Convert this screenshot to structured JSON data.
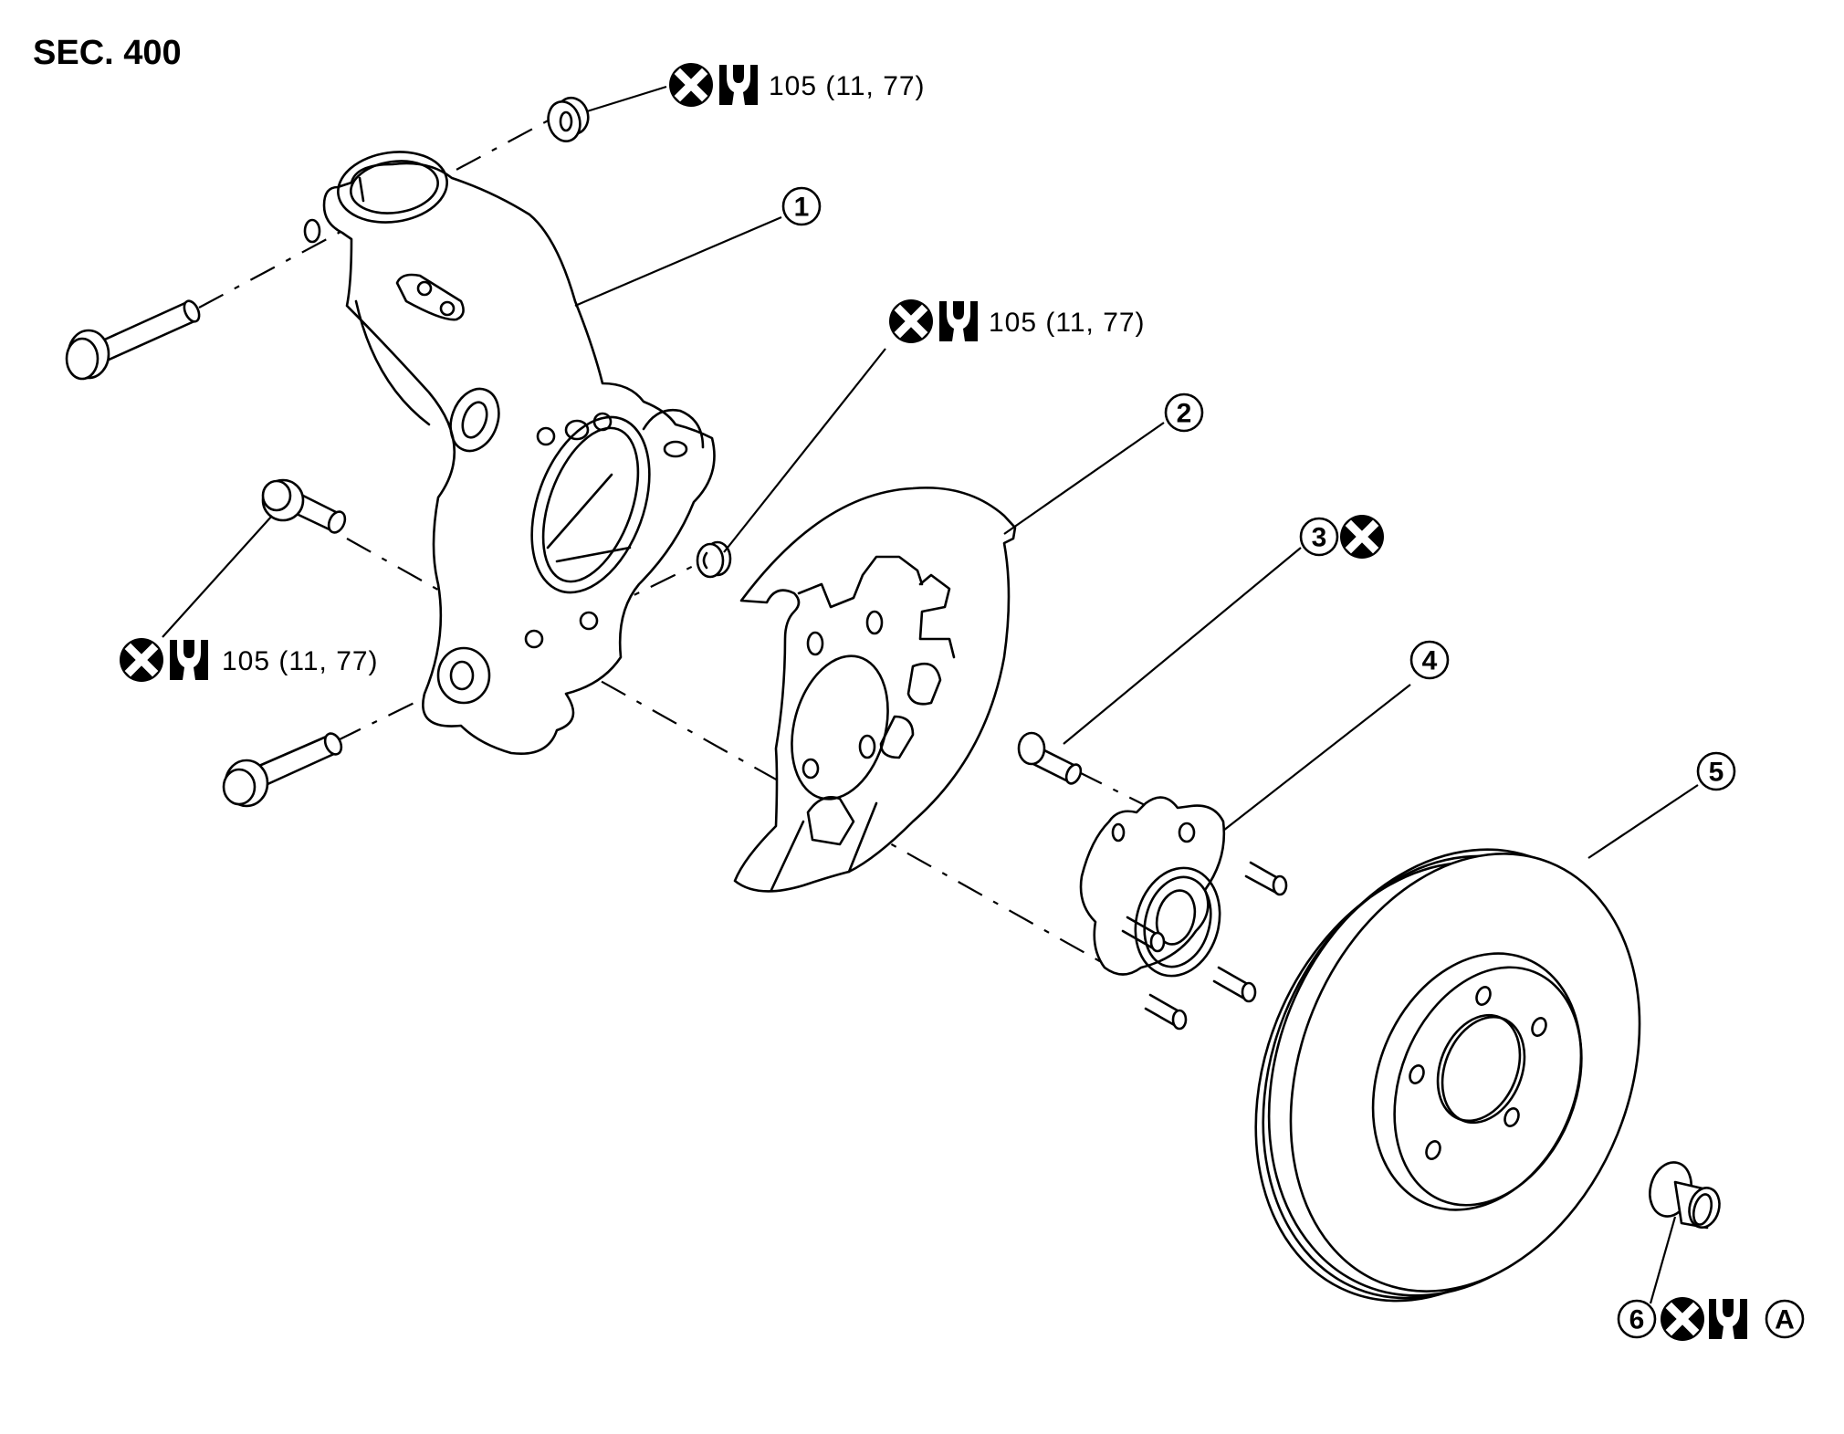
{
  "title": "SEC. 400",
  "colors": {
    "line": "#000000",
    "background": "#ffffff"
  },
  "symbols": {
    "replace": "do-not-reuse-icon",
    "torque": "torque-wrench-icon",
    "note_a": "A"
  },
  "torque_labels": [
    {
      "id": "upper-nut",
      "value": "105 (11, 77)",
      "symbols": [
        "do-not-reuse",
        "torque"
      ]
    },
    {
      "id": "baffle-nut",
      "value": "105 (11, 77)",
      "symbols": [
        "do-not-reuse",
        "torque"
      ]
    },
    {
      "id": "lower-bolts",
      "value": "105 (11, 77)",
      "symbols": [
        "do-not-reuse",
        "torque"
      ]
    }
  ],
  "callouts": [
    {
      "number": "1",
      "part": "steering-knuckle",
      "symbols": []
    },
    {
      "number": "2",
      "part": "splash-guard",
      "symbols": []
    },
    {
      "number": "3",
      "part": "hub-bolt",
      "symbols": [
        "do-not-reuse"
      ]
    },
    {
      "number": "4",
      "part": "wheel-hub-and-bearing-assembly",
      "symbols": []
    },
    {
      "number": "5",
      "part": "disc-rotor",
      "symbols": []
    },
    {
      "number": "6",
      "part": "wheel-hub-lock-nut",
      "symbols": [
        "do-not-reuse",
        "torque",
        "note-A"
      ]
    }
  ]
}
